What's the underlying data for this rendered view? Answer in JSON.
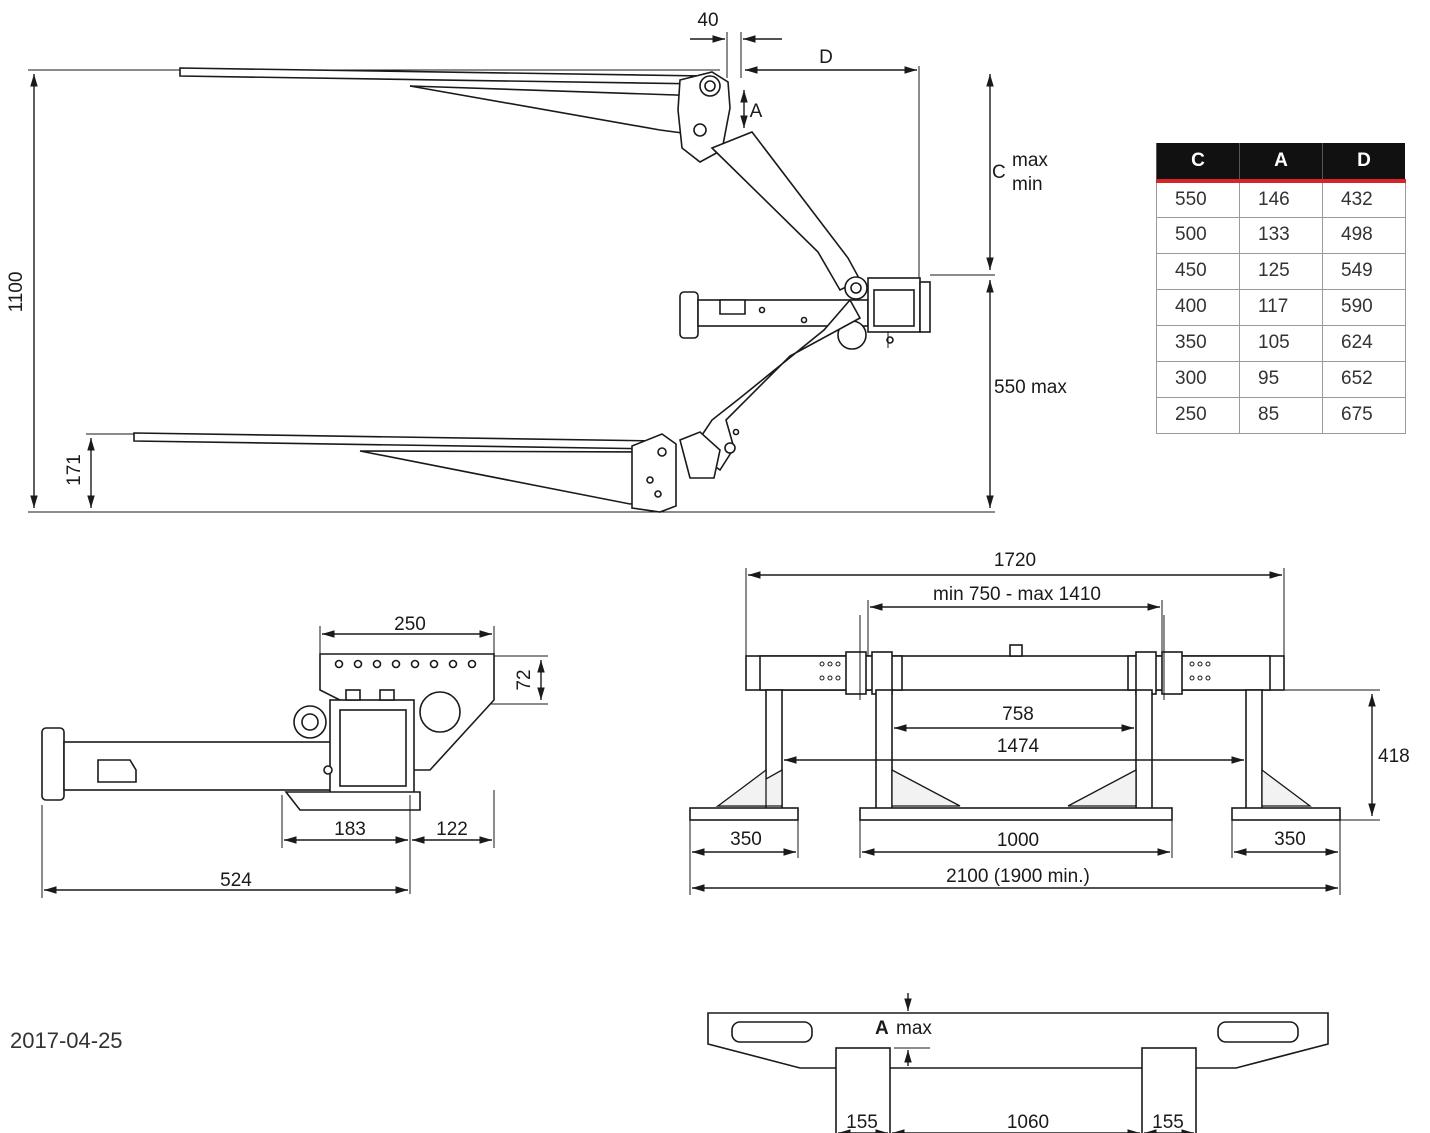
{
  "table": {
    "headers": [
      "C",
      "A",
      "D"
    ],
    "rows": [
      [
        "550",
        "146",
        "432"
      ],
      [
        "500",
        "133",
        "498"
      ],
      [
        "450",
        "125",
        "549"
      ],
      [
        "400",
        "117",
        "590"
      ],
      [
        "350",
        "105",
        "624"
      ],
      [
        "300",
        "95",
        "652"
      ],
      [
        "250",
        "85",
        "675"
      ]
    ],
    "accent_color": "#d8232a",
    "header_bg": "#111111"
  },
  "side_view": {
    "dim_40": "40",
    "dim_D": "D",
    "dim_A": "A",
    "dim_C": "C",
    "dim_max": "max",
    "dim_min": "min",
    "dim_1100": "1100",
    "dim_171": "171",
    "dim_550max": "550 max"
  },
  "bracket_view": {
    "dim_250": "250",
    "dim_72": "72",
    "dim_183": "183",
    "dim_122": "122",
    "dim_524": "524"
  },
  "front_view": {
    "dim_1720": "1720",
    "dim_range": "min 750 - max 1410",
    "dim_758": "758",
    "dim_1474": "1474",
    "dim_418": "418",
    "dim_350_left": "350",
    "dim_1000": "1000",
    "dim_350_right": "350",
    "dim_2100": "2100 (1900 min.)"
  },
  "beam_view": {
    "label_A": "A",
    "label_max": "max",
    "dim_155_left": "155",
    "dim_1060": "1060",
    "dim_155_right": "155"
  },
  "footer": {
    "date": "2017-04-25"
  }
}
